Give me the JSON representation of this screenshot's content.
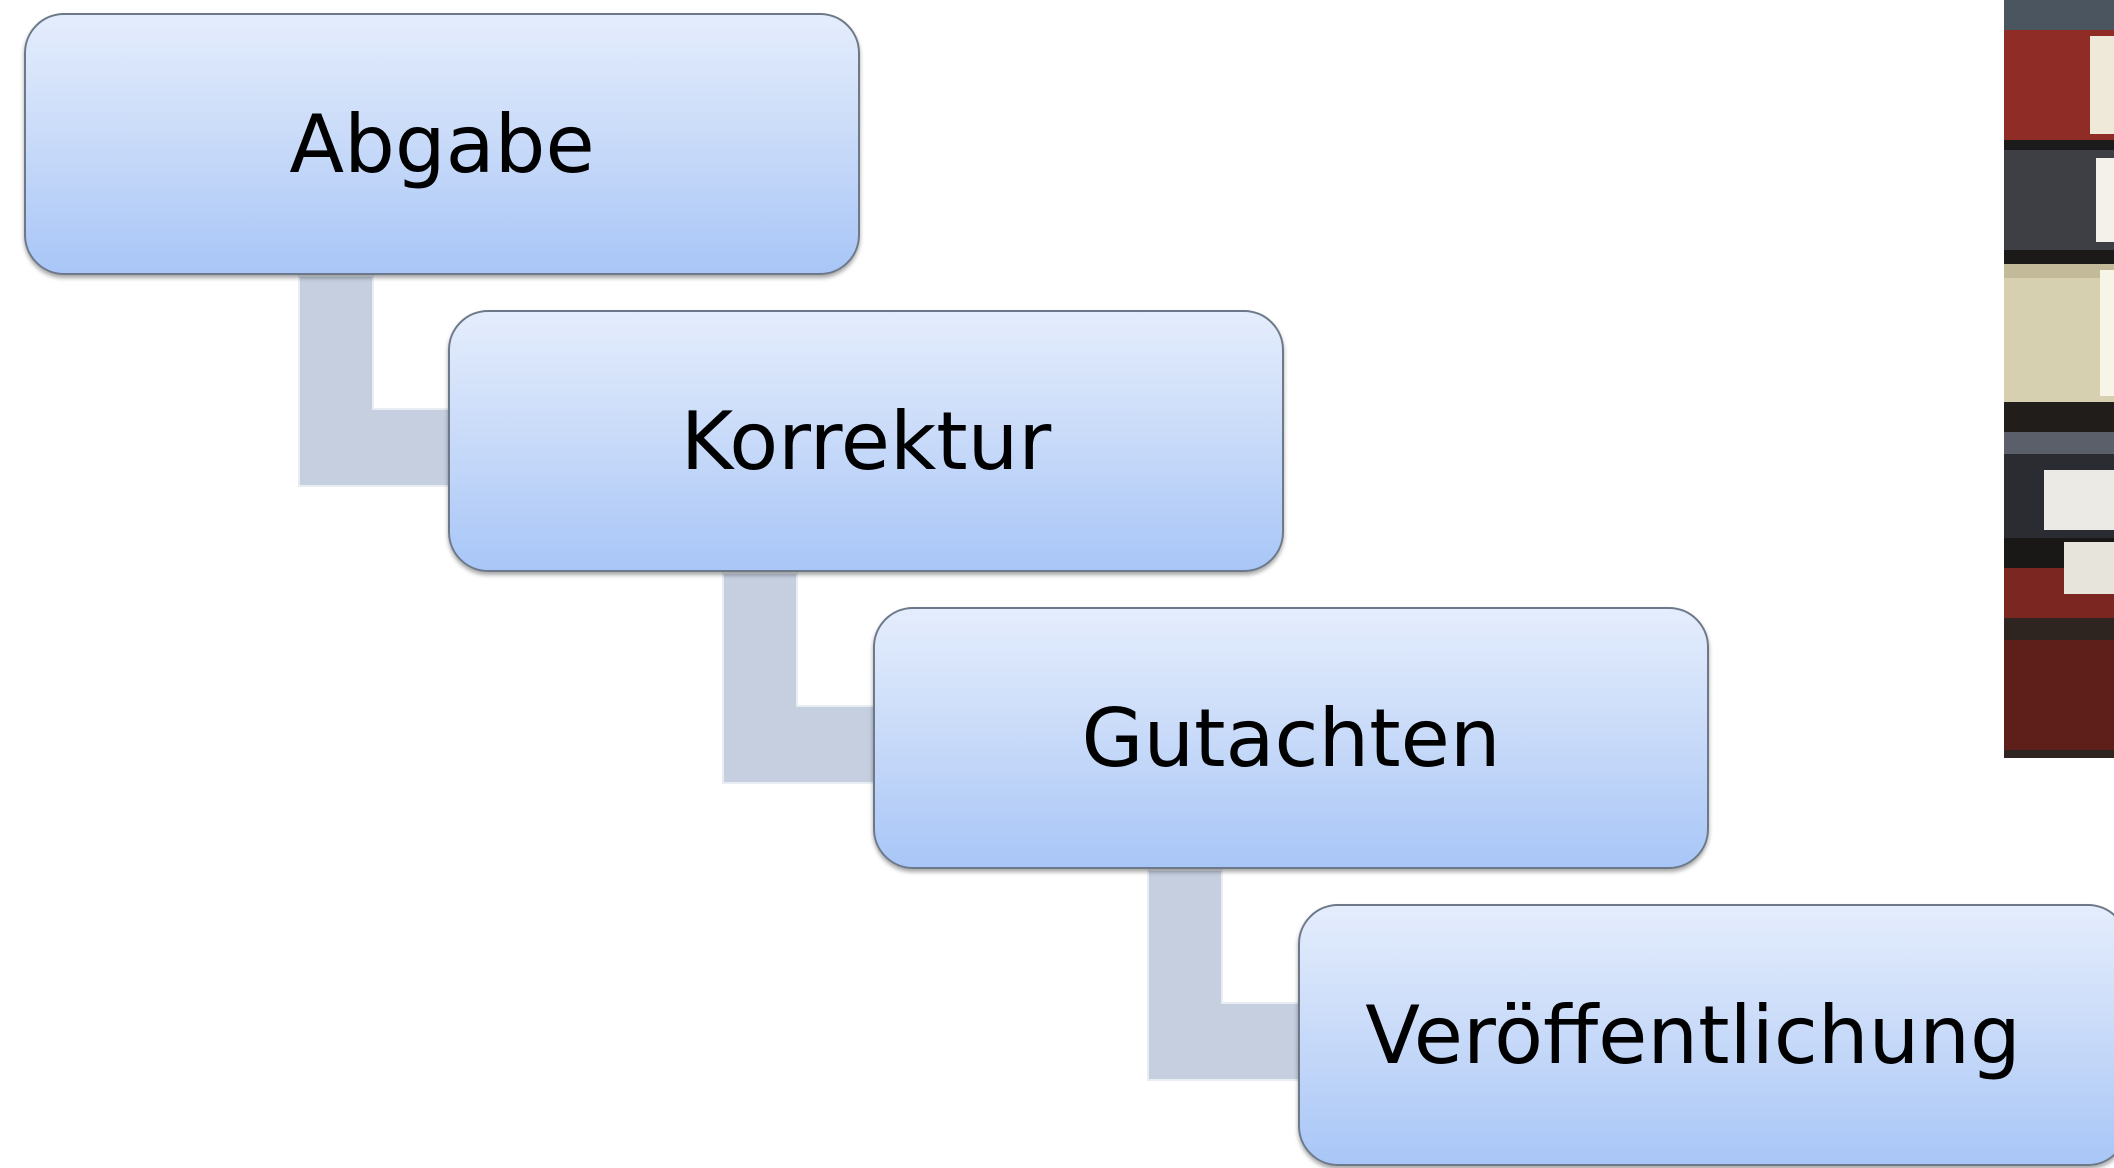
{
  "steps": [
    {
      "label": "Abgabe"
    },
    {
      "label": "Korrektur"
    },
    {
      "label": "Gutachten"
    },
    {
      "label": "Veröffentlichung"
    }
  ],
  "colors": {
    "box_top": "#e4edfc",
    "box_bottom": "#a8c6f7",
    "box_border": "#6d7889",
    "connector": "#c5cfdf"
  }
}
